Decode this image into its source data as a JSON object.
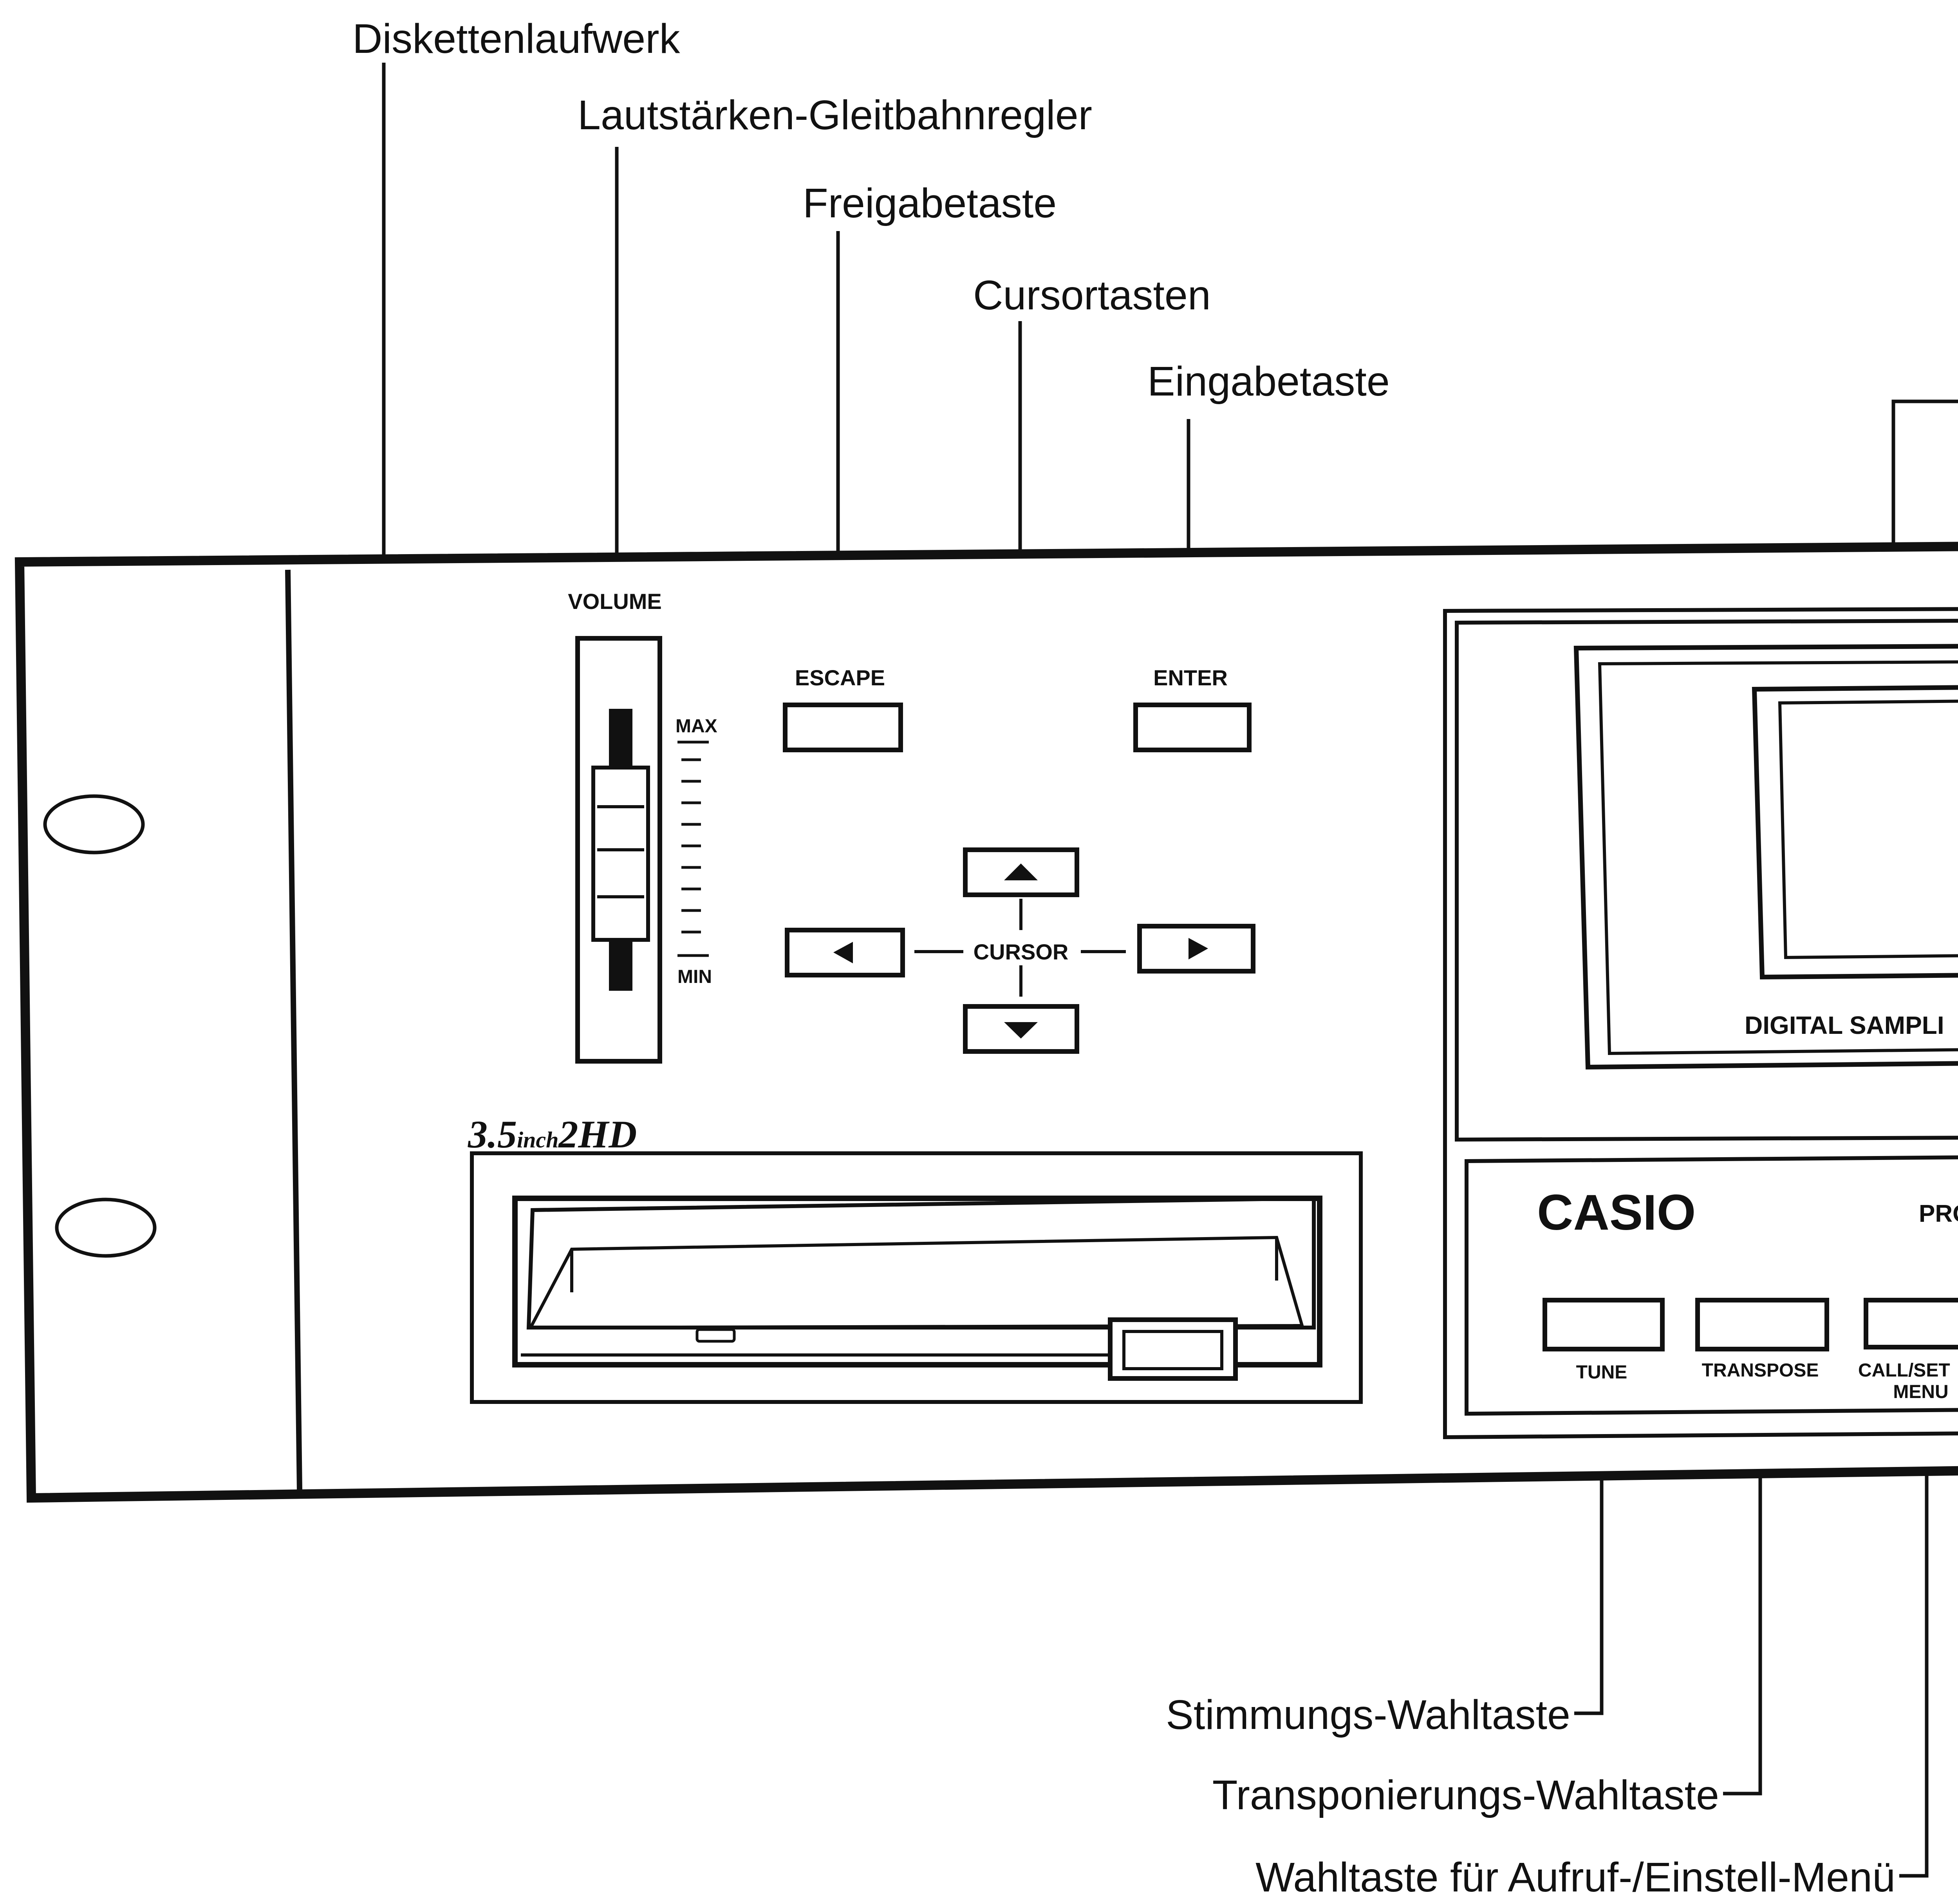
{
  "callouts": {
    "disk_drive": "Diskettenlaufwerk",
    "volume_slider": "Lautstärken-Gleitbahnregler",
    "escape_key": "Freigabetaste",
    "cursor_keys": "Cursortasten",
    "enter_key": "Eingabetaste",
    "tune_key": "Stimmungs-Wahltaste",
    "transpose_key": "Transponierungs-Wahltaste",
    "menu_key": "Wahltaste für Aufruf-/Einstell-Menü"
  },
  "panel": {
    "volume": "VOLUME",
    "max": "MAX",
    "min": "MIN",
    "escape": "ESCAPE",
    "enter": "ENTER",
    "cursor": "CURSOR",
    "disk_badge_size": "3.5",
    "disk_badge_unit": "inch",
    "disk_badge_type": "2HD",
    "display_caption": "DIGITAL SAMPLI",
    "brand": "CASIO",
    "model_prefix": "PRO",
    "tune": "TUNE",
    "transpose": "TRANSPOSE",
    "call_set": "CALL/SET",
    "menu": "MENU"
  },
  "icons": {
    "up": "arrow-up-icon",
    "down": "arrow-down-icon",
    "left": "arrow-left-icon",
    "right": "arrow-right-icon",
    "rack_hole": "rack-mount-hole-icon"
  },
  "colors": {
    "ink": "#111111",
    "paper": "#ffffff"
  }
}
